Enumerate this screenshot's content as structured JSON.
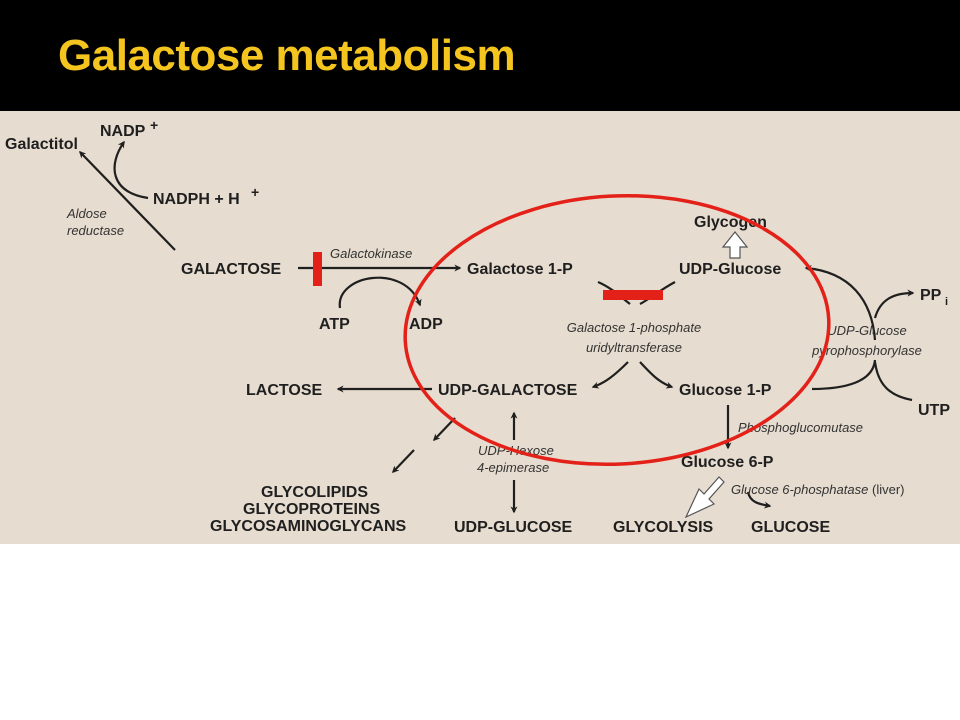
{
  "slide": {
    "title": "Galactose metabolism"
  },
  "colors": {
    "title": "#f5c51f",
    "diagram_bg": "#e6dccf",
    "highlight": "#e32119",
    "block": "#e32119",
    "ink": "#1f1f1f"
  },
  "metabolites": {
    "galactitol": "Galactitol",
    "nadp": "NADP",
    "nadp_sup": "+",
    "nadph": "NADPH + H",
    "nadph_sup": "+",
    "galactose": "GALACTOSE",
    "galactose_1p": "Galactose 1-P",
    "glycogen": "Glycogen",
    "udp_glucose": "UDP-Glucose",
    "ppi": "PP",
    "ppi_sub": "i",
    "atp": "ATP",
    "adp": "ADP",
    "lactose": "LACTOSE",
    "udp_galactose": "UDP-GALACTOSE",
    "glucose_1p": "Glucose 1-P",
    "utp": "UTP",
    "glucose_6p": "Glucose 6-P",
    "glycolipids": "GLYCOLIPIDS",
    "glycoproteins": "GLYCOPROTEINS",
    "glycosaminoglycans": "GLYCOSAMINOGLYCANS",
    "udp_glucose_caps": "UDP-GLUCOSE",
    "glycolysis": "GLYCOLYSIS",
    "glucose": "GLUCOSE"
  },
  "enzymes": {
    "aldose_reductase_1": "Aldose",
    "aldose_reductase_2": "reductase",
    "galactokinase": "Galactokinase",
    "galt_1": "Galactose 1-phosphate",
    "galt_2": "uridyltransferase",
    "udp_glc_ppase_1": "UDP-Glucose",
    "udp_glc_ppase_2": "pyrophosphorylase",
    "epimerase_1": "UDP-Hexose",
    "epimerase_2": "4-epimerase",
    "pgm": "Phosphoglucomutase",
    "g6pase": "Glucose 6-phosphatase",
    "g6pase_note": "(liver)"
  }
}
